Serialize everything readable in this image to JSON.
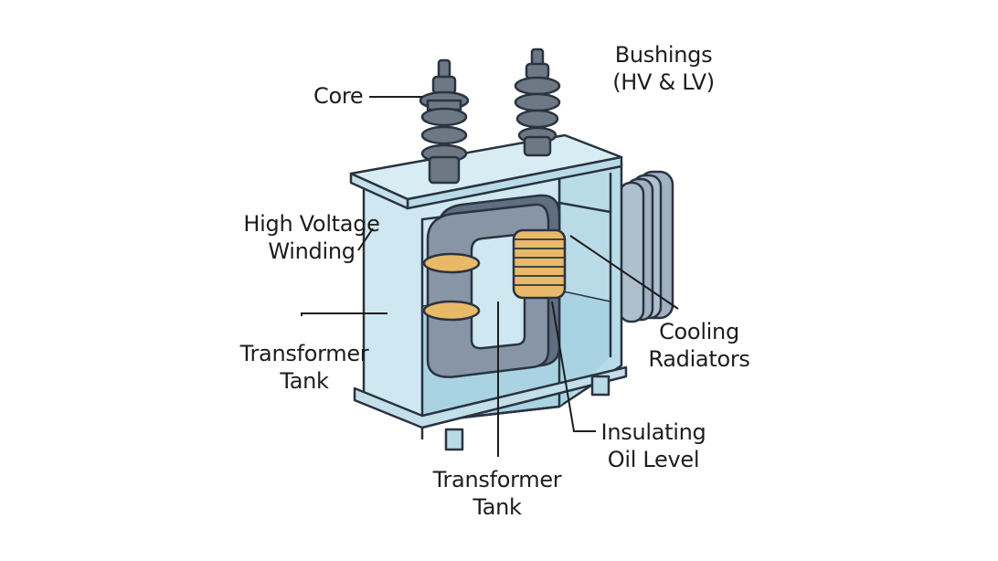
{
  "diagram": {
    "labels": {
      "core": "Core",
      "bushings": {
        "line1": "Bushings",
        "line2": "(HV & LV)"
      },
      "hv_winding": {
        "line1": "High Voltage",
        "line2": "Winding"
      },
      "tank_left": {
        "line1": "Transformer",
        "line2": "Tank"
      },
      "tank_bottom": {
        "line1": "Transformer",
        "line2": "Tank"
      },
      "cooling": {
        "line1": "Cooling",
        "line2": "Radiators"
      },
      "oil": {
        "line1": "Insulating",
        "line2": "Oil Level"
      }
    },
    "colors": {
      "outline": "#2b3340",
      "tank_face": "#cfe7f0",
      "tank_lid": "#d8ecf3",
      "oil": "#a9d3e3",
      "core": "#5f6e80",
      "core_light": "#8795a6",
      "winding": "#e8b968",
      "bushing": "#6d7885",
      "radiator": "#9fb1c2"
    }
  }
}
